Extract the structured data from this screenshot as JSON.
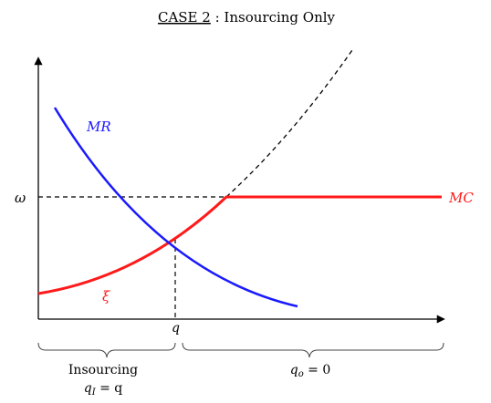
{
  "title": {
    "case_label": "CASE 2",
    "separator": " : ",
    "subtitle": "Insourcing Only"
  },
  "labels": {
    "mr": "MR",
    "mc": "MC",
    "xi": "ξ",
    "omega": "ω",
    "q": "q"
  },
  "regions": {
    "left_line1": "Insourcing",
    "left_line2_var": "q",
    "left_line2_sub": "I",
    "left_line2_rest": " = q",
    "right_var": "q",
    "right_sub": "o",
    "right_rest": " = 0"
  },
  "colors": {
    "mr_curve": "#1a1aff",
    "mc_curve": "#ff1a1a",
    "axes": "#000000",
    "dashed": "#000000"
  }
}
